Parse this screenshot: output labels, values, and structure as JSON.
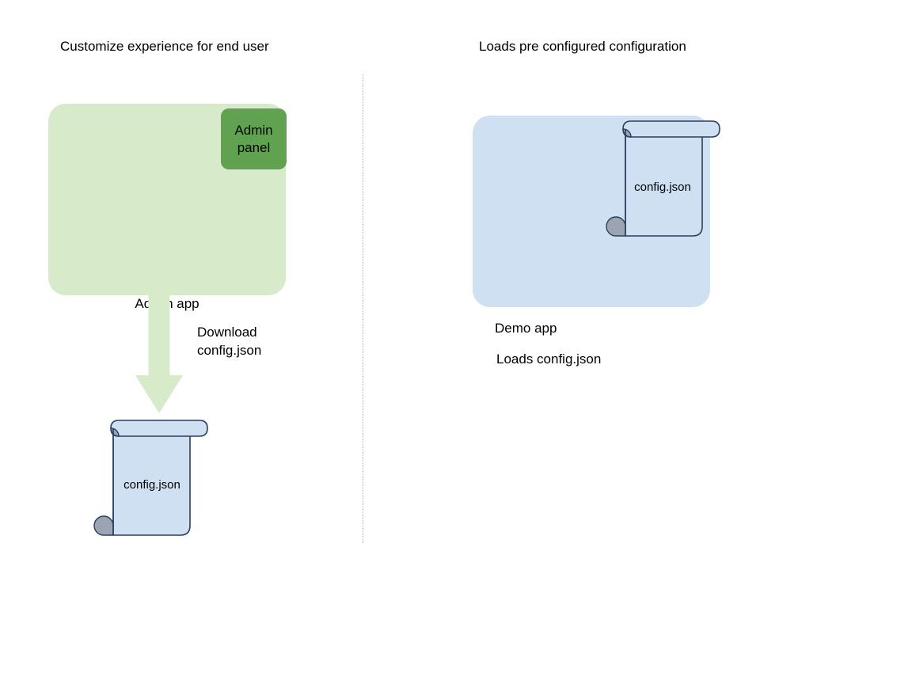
{
  "diagram": {
    "title_left": "Customize experience for end user",
    "title_right": "Loads pre configured configuration",
    "divider": "dotted-vertical-divider"
  },
  "left_column": {
    "app_box": {
      "label": "Admin app",
      "fill": "#d7ebca"
    },
    "admin_panel": {
      "label": "Admin\npanel",
      "fill": "#60a24f"
    },
    "arrow": {
      "caption": "Download\nconfig.json",
      "fill": "#d7ebca",
      "direction": "down"
    },
    "document": {
      "label": "config.json",
      "fill": "#cfe0f3",
      "stroke": "#2a3f60",
      "curl_fill": "#9aa5b1"
    }
  },
  "right_column": {
    "app_box": {
      "label": "Demo app",
      "fill": "#cfe0f3"
    },
    "document": {
      "label": "config.json",
      "fill": "#cfe0f3",
      "stroke": "#2a3f60",
      "curl_fill": "#9aa5b1"
    },
    "caption": "Loads config.json"
  }
}
